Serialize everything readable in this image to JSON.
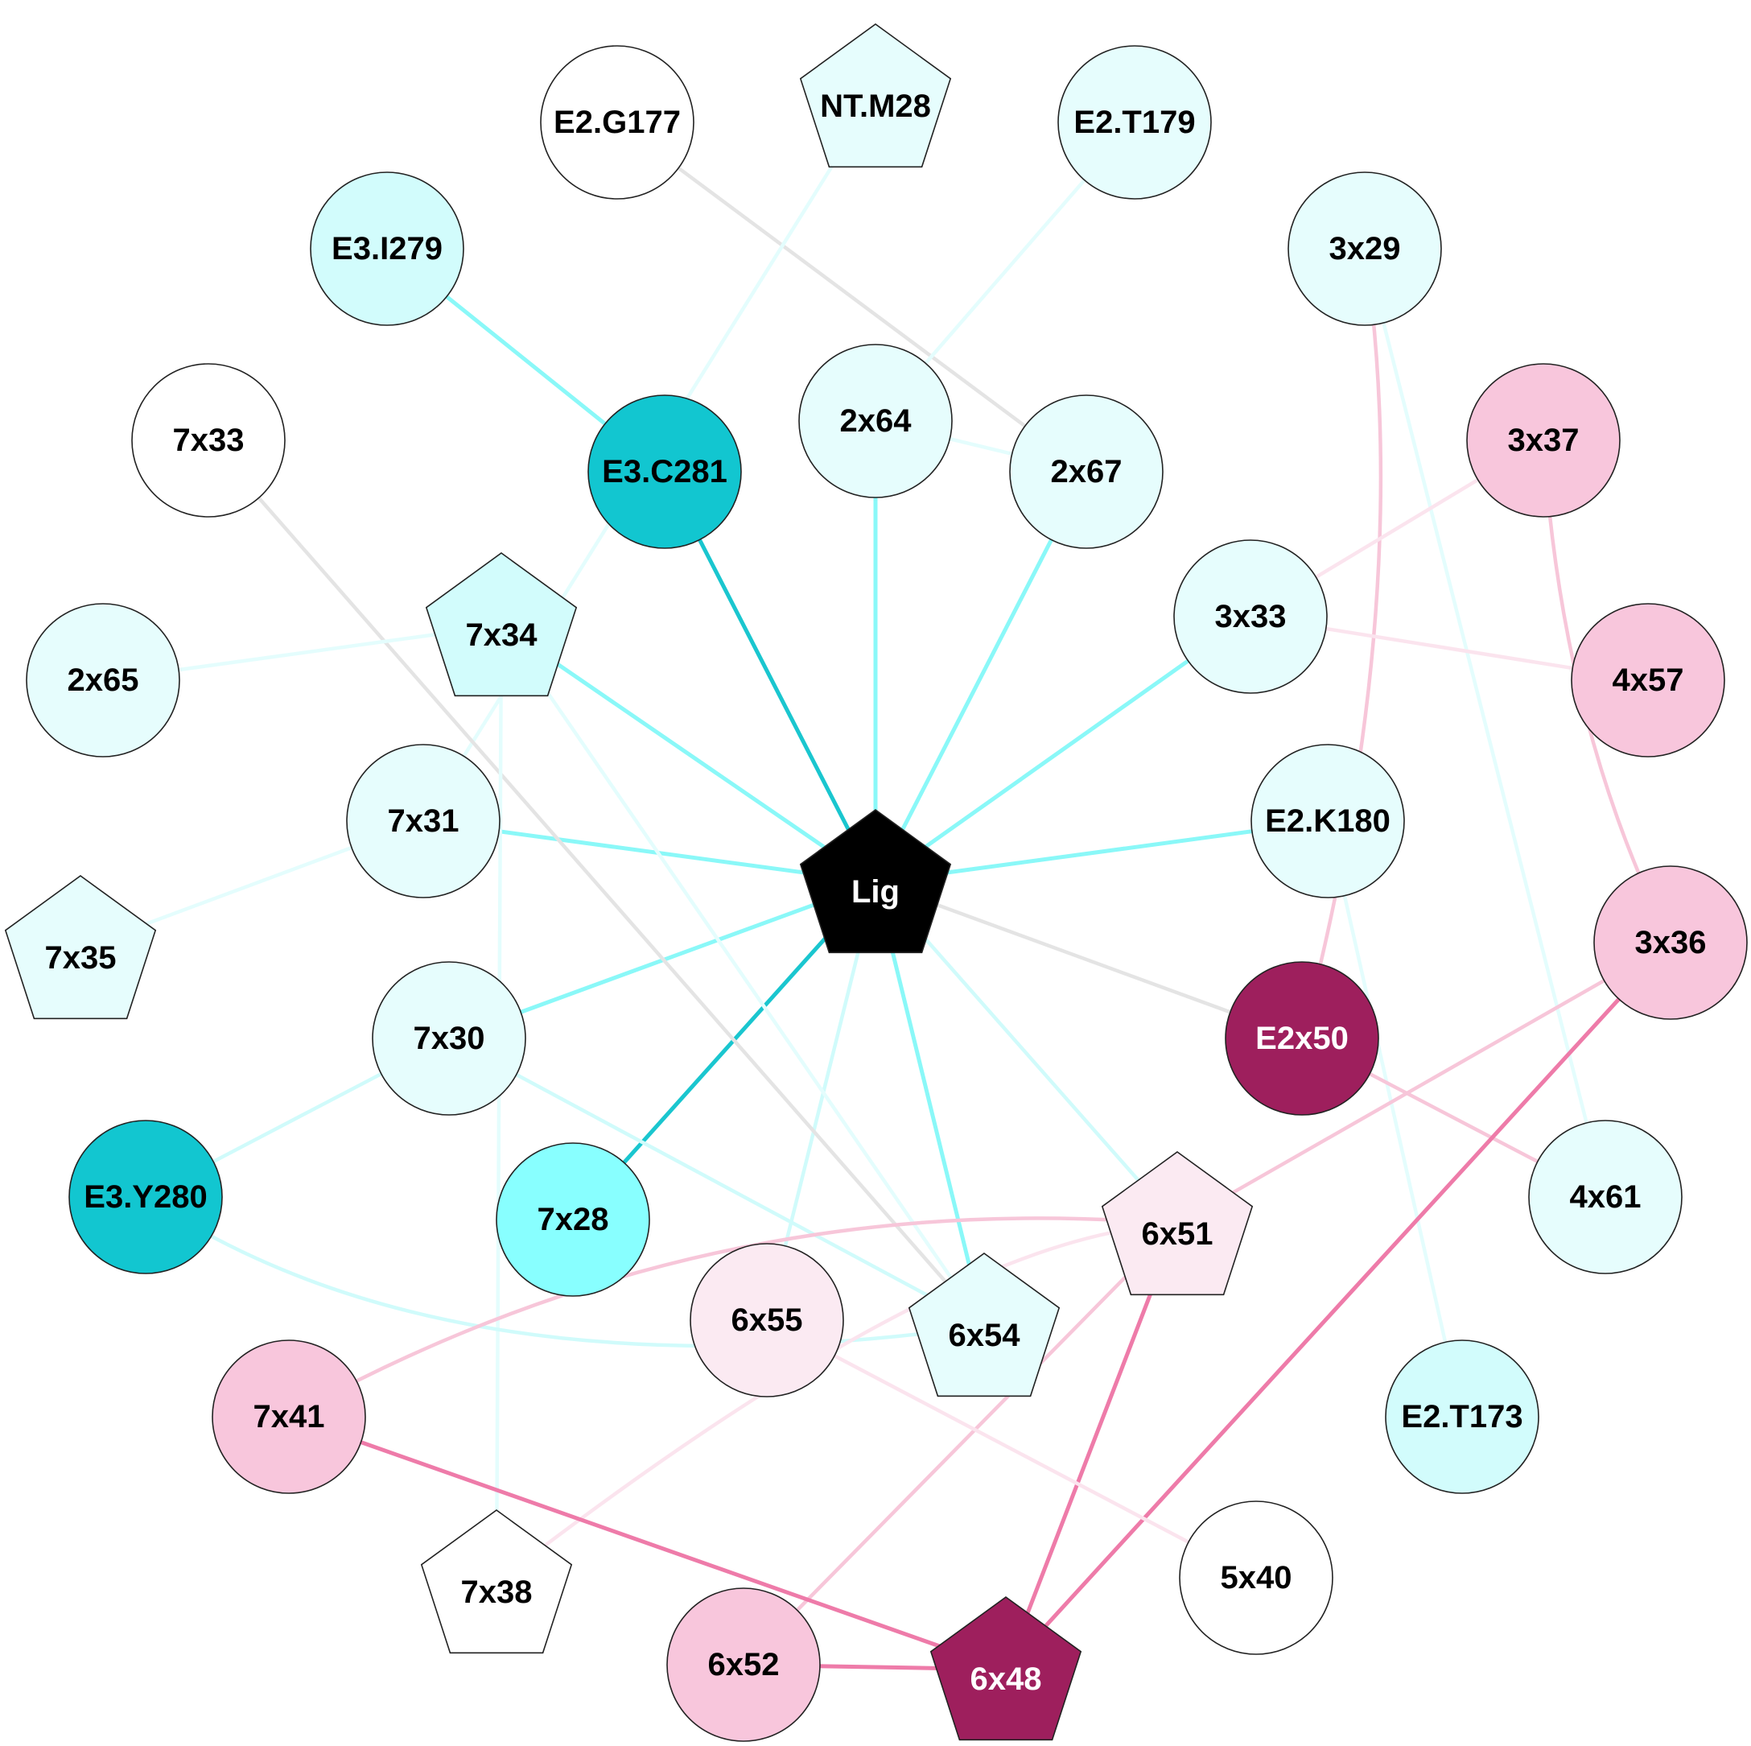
{
  "colors": {
    "white": "#ffffff",
    "cyan_pale": "#e6fdfd",
    "cyan_light": "#d2fcfc",
    "cyan_mid": "#88ffff",
    "cyan_dark": "#12c6d0",
    "pink_pale": "#fbeaf2",
    "pink_light": "#f8c6dc",
    "pink_dark": "#9e1f5d",
    "black": "#000000",
    "edge_gray": "#e4e4e4",
    "edge_cyan_faint": "#e4fdfd",
    "edge_cyan_light": "#d0fbfb",
    "edge_cyan": "#8af8f8",
    "edge_cyan_dark": "#1ac6cf",
    "edge_pink_faint": "#fbe4ee",
    "edge_pink_light": "#f7c6d9",
    "edge_pink": "#ee7ba9"
  },
  "nodes": [
    {
      "id": "Lig",
      "label": "Lig",
      "shape": "pentagon",
      "fill": "black",
      "text": "white"
    },
    {
      "id": "NT.M28",
      "label": "NT.M28",
      "shape": "pentagon",
      "fill": "cyan_pale",
      "text": "black"
    },
    {
      "id": "E2.G177",
      "label": "E2.G177",
      "shape": "circle",
      "fill": "white",
      "text": "black"
    },
    {
      "id": "E2.T179",
      "label": "E2.T179",
      "shape": "circle",
      "fill": "cyan_pale",
      "text": "black"
    },
    {
      "id": "E3.I279",
      "label": "E3.I279",
      "shape": "circle",
      "fill": "cyan_light",
      "text": "black"
    },
    {
      "id": "3x29",
      "label": "3x29",
      "shape": "circle",
      "fill": "cyan_pale",
      "text": "black"
    },
    {
      "id": "7x33",
      "label": "7x33",
      "shape": "circle",
      "fill": "white",
      "text": "black"
    },
    {
      "id": "2x64",
      "label": "2x64",
      "shape": "circle",
      "fill": "cyan_pale",
      "text": "black"
    },
    {
      "id": "E3.C281",
      "label": "E3.C281",
      "shape": "circle",
      "fill": "cyan_dark",
      "text": "black"
    },
    {
      "id": "2x67",
      "label": "2x67",
      "shape": "circle",
      "fill": "cyan_pale",
      "text": "black"
    },
    {
      "id": "3x37",
      "label": "3x37",
      "shape": "circle",
      "fill": "pink_light",
      "text": "black"
    },
    {
      "id": "7x34",
      "label": "7x34",
      "shape": "pentagon",
      "fill": "cyan_light",
      "text": "black"
    },
    {
      "id": "3x33",
      "label": "3x33",
      "shape": "circle",
      "fill": "cyan_pale",
      "text": "black"
    },
    {
      "id": "2x65",
      "label": "2x65",
      "shape": "circle",
      "fill": "cyan_pale",
      "text": "black"
    },
    {
      "id": "4x57",
      "label": "4x57",
      "shape": "circle",
      "fill": "pink_light",
      "text": "black"
    },
    {
      "id": "7x31",
      "label": "7x31",
      "shape": "circle",
      "fill": "cyan_pale",
      "text": "black"
    },
    {
      "id": "E2.K180",
      "label": "E2.K180",
      "shape": "circle",
      "fill": "cyan_pale",
      "text": "black"
    },
    {
      "id": "7x35",
      "label": "7x35",
      "shape": "pentagon",
      "fill": "cyan_pale",
      "text": "black"
    },
    {
      "id": "3x36",
      "label": "3x36",
      "shape": "circle",
      "fill": "pink_light",
      "text": "black"
    },
    {
      "id": "7x30",
      "label": "7x30",
      "shape": "circle",
      "fill": "cyan_pale",
      "text": "black"
    },
    {
      "id": "E2x50",
      "label": "E2x50",
      "shape": "circle",
      "fill": "pink_dark",
      "text": "white"
    },
    {
      "id": "E3.Y280",
      "label": "E3.Y280",
      "shape": "circle",
      "fill": "cyan_dark",
      "text": "black"
    },
    {
      "id": "7x28",
      "label": "7x28",
      "shape": "circle",
      "fill": "cyan_mid",
      "text": "black"
    },
    {
      "id": "6x51",
      "label": "6x51",
      "shape": "pentagon",
      "fill": "pink_pale",
      "text": "black"
    },
    {
      "id": "4x61",
      "label": "4x61",
      "shape": "circle",
      "fill": "cyan_pale",
      "text": "black"
    },
    {
      "id": "6x55",
      "label": "6x55",
      "shape": "circle",
      "fill": "pink_pale",
      "text": "black"
    },
    {
      "id": "6x54",
      "label": "6x54",
      "shape": "pentagon",
      "fill": "cyan_pale",
      "text": "black"
    },
    {
      "id": "E2.T173",
      "label": "E2.T173",
      "shape": "circle",
      "fill": "cyan_light",
      "text": "black"
    },
    {
      "id": "7x41",
      "label": "7x41",
      "shape": "circle",
      "fill": "pink_light",
      "text": "black"
    },
    {
      "id": "7x38",
      "label": "7x38",
      "shape": "pentagon",
      "fill": "white",
      "text": "black"
    },
    {
      "id": "5x40",
      "label": "5x40",
      "shape": "circle",
      "fill": "white",
      "text": "black"
    },
    {
      "id": "6x52",
      "label": "6x52",
      "shape": "circle",
      "fill": "pink_light",
      "text": "black"
    },
    {
      "id": "6x48",
      "label": "6x48",
      "shape": "pentagon",
      "fill": "pink_dark",
      "text": "white"
    }
  ],
  "edges": [
    {
      "from": "Lig",
      "to": "E3.C281",
      "color": "edge_cyan_dark",
      "weight": "strong"
    },
    {
      "from": "Lig",
      "to": "7x28",
      "color": "edge_cyan_dark",
      "weight": "strong"
    },
    {
      "from": "Lig",
      "to": "2x64",
      "color": "edge_cyan",
      "weight": "medium"
    },
    {
      "from": "Lig",
      "to": "2x67",
      "color": "edge_cyan",
      "weight": "medium"
    },
    {
      "from": "Lig",
      "to": "3x33",
      "color": "edge_cyan",
      "weight": "medium"
    },
    {
      "from": "Lig",
      "to": "E2.K180",
      "color": "edge_cyan",
      "weight": "medium"
    },
    {
      "from": "Lig",
      "to": "7x34",
      "color": "edge_cyan",
      "weight": "medium"
    },
    {
      "from": "Lig",
      "to": "7x31",
      "color": "edge_cyan",
      "weight": "medium"
    },
    {
      "from": "Lig",
      "to": "7x30",
      "color": "edge_cyan",
      "weight": "medium"
    },
    {
      "from": "Lig",
      "to": "6x54",
      "color": "edge_cyan",
      "weight": "medium"
    },
    {
      "from": "Lig",
      "to": "6x51",
      "color": "edge_cyan_light",
      "weight": "light"
    },
    {
      "from": "Lig",
      "to": "6x55",
      "color": "edge_cyan_light",
      "weight": "light"
    },
    {
      "from": "Lig",
      "to": "E2x50",
      "color": "edge_gray",
      "weight": "light"
    },
    {
      "from": "E3.I279",
      "to": "E3.C281",
      "color": "edge_cyan",
      "weight": "medium"
    },
    {
      "from": "E2.G177",
      "to": "2x67",
      "color": "edge_gray",
      "weight": "light"
    },
    {
      "from": "E2.T179",
      "to": "2x64",
      "color": "edge_cyan_faint",
      "weight": "light"
    },
    {
      "from": "2x64",
      "to": "2x67",
      "color": "edge_cyan_faint",
      "weight": "light"
    },
    {
      "from": "NT.M28",
      "to": "7x31",
      "color": "edge_cyan_faint",
      "weight": "light"
    },
    {
      "from": "7x33",
      "to": "6x54",
      "color": "edge_gray",
      "weight": "light"
    },
    {
      "from": "2x65",
      "to": "7x34",
      "color": "edge_cyan_faint",
      "weight": "light"
    },
    {
      "from": "7x34",
      "to": "6x54",
      "color": "edge_cyan_faint",
      "weight": "light"
    },
    {
      "from": "7x34",
      "to": "7x38",
      "color": "edge_cyan_faint",
      "weight": "light"
    },
    {
      "from": "7x35",
      "to": "7x31",
      "color": "edge_cyan_faint",
      "weight": "light"
    },
    {
      "from": "E3.Y280",
      "to": "7x30",
      "color": "edge_cyan_light",
      "weight": "light"
    },
    {
      "from": "7x30",
      "to": "6x54",
      "color": "edge_cyan_light",
      "weight": "light"
    },
    {
      "from": "E3.Y280",
      "to": "6x54",
      "color": "edge_cyan_light",
      "weight": "light",
      "curve": true
    },
    {
      "from": "3x29",
      "to": "E2x50",
      "color": "edge_pink_light",
      "weight": "light",
      "curve": true
    },
    {
      "from": "3x29",
      "to": "4x61",
      "color": "edge_cyan_faint",
      "weight": "light"
    },
    {
      "from": "E2.K180",
      "to": "E2.T173",
      "color": "edge_cyan_faint",
      "weight": "light"
    },
    {
      "from": "3x37",
      "to": "3x33",
      "color": "edge_pink_faint",
      "weight": "light"
    },
    {
      "from": "3x33",
      "to": "4x57",
      "color": "edge_pink_faint",
      "weight": "light"
    },
    {
      "from": "3x37",
      "to": "3x36",
      "color": "edge_pink_light",
      "weight": "light",
      "curve": true
    },
    {
      "from": "E2x50",
      "to": "4x61",
      "color": "edge_pink_light",
      "weight": "light"
    },
    {
      "from": "3x36",
      "to": "6x51",
      "color": "edge_pink_light",
      "weight": "light"
    },
    {
      "from": "3x36",
      "to": "6x48",
      "color": "edge_pink",
      "weight": "medium"
    },
    {
      "from": "6x51",
      "to": "6x48",
      "color": "edge_pink",
      "weight": "medium"
    },
    {
      "from": "6x51",
      "to": "6x52",
      "color": "edge_pink_light",
      "weight": "light"
    },
    {
      "from": "6x51",
      "to": "7x41",
      "color": "edge_pink_light",
      "weight": "light",
      "curve": true
    },
    {
      "from": "6x51",
      "to": "7x38",
      "color": "edge_pink_faint",
      "weight": "light",
      "curve": true
    },
    {
      "from": "6x55",
      "to": "5x40",
      "color": "edge_pink_faint",
      "weight": "light"
    },
    {
      "from": "7x41",
      "to": "6x48",
      "color": "edge_pink",
      "weight": "medium"
    },
    {
      "from": "6x52",
      "to": "6x48",
      "color": "edge_pink",
      "weight": "medium"
    }
  ]
}
